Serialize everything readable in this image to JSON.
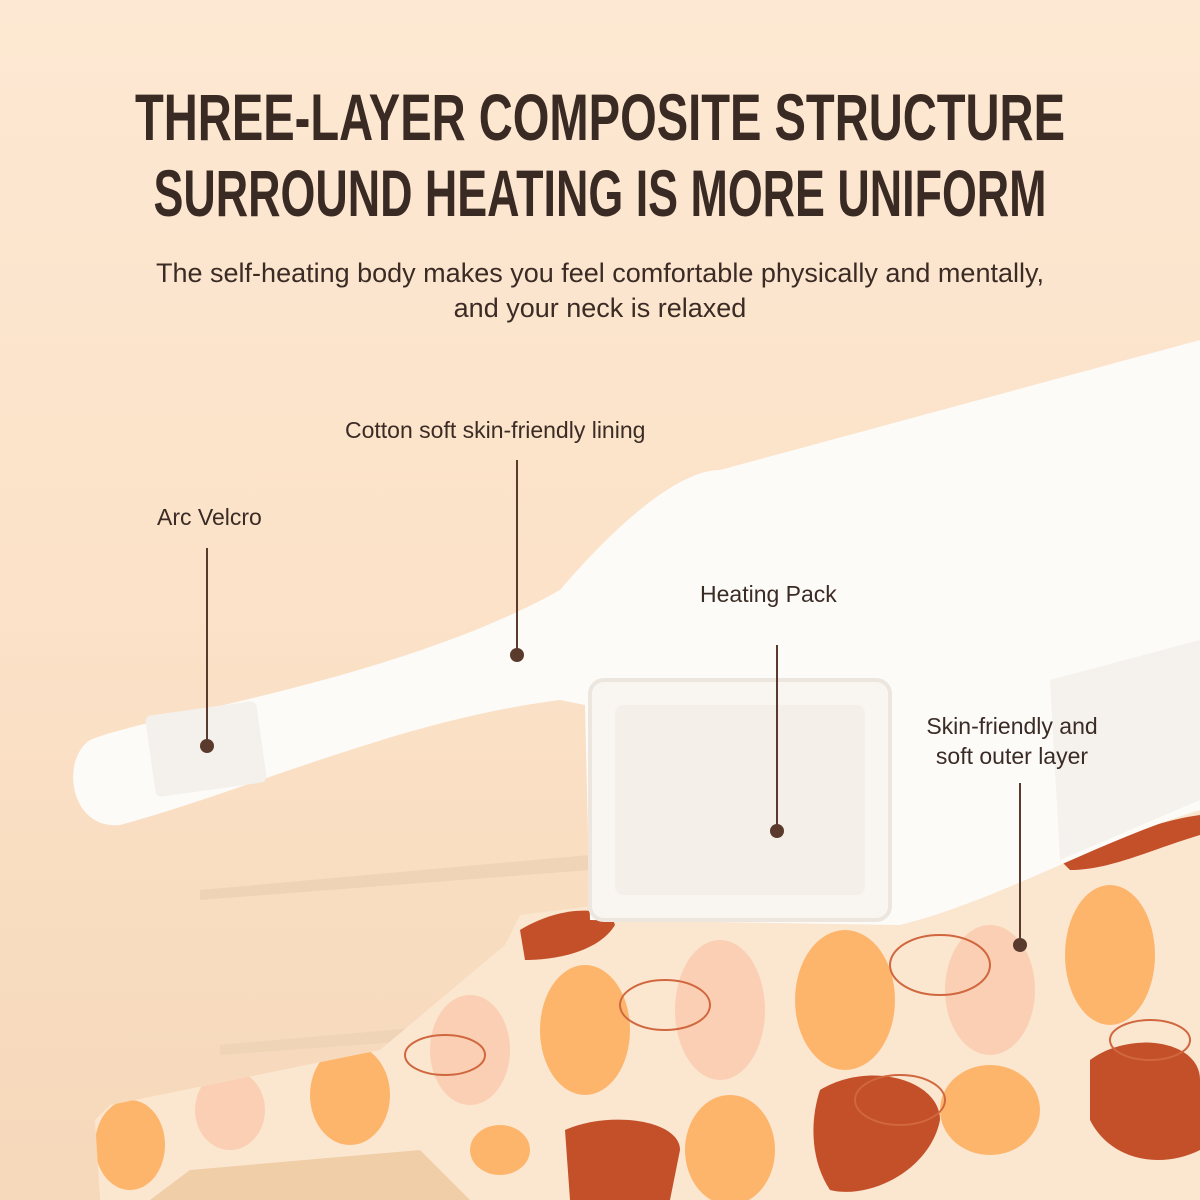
{
  "header": {
    "title_line1": "THREE-LAYER COMPOSITE STRUCTURE",
    "title_line2": "SURROUND HEATING IS MORE UNIFORM",
    "subtitle_line1": "The self-heating body makes you feel comfortable physically and mentally,",
    "subtitle_line2": "and your neck is relaxed"
  },
  "callouts": [
    {
      "label": "Arc Velcro"
    },
    {
      "label": "Cotton soft skin-friendly lining"
    },
    {
      "label": "Heating Pack"
    },
    {
      "label_line1": "Skin-friendly and",
      "label_line2": "soft outer layer"
    }
  ],
  "colors": {
    "text": "#3a2a24",
    "dot": "#5a3a2c",
    "accent_dark": "#c4502a",
    "accent_orange": "#fdb56c",
    "accent_peach": "#fbcfb4"
  }
}
